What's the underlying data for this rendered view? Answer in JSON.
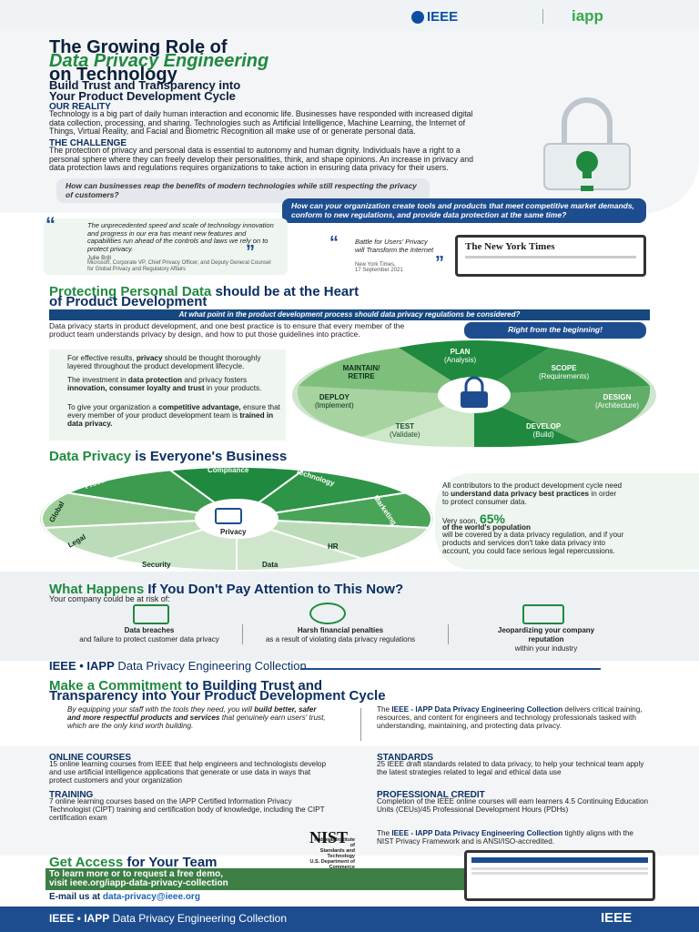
{
  "header": {
    "ieee_logo": "IEEE",
    "iapp_logo": "iapp"
  },
  "title": {
    "line1": "The Growing Role of",
    "line2": "Data Privacy Engineering",
    "line3": "on Technology",
    "subtitle1": "Build Trust and Transparency into",
    "subtitle2": "Your Product Development Cycle"
  },
  "reality": {
    "heading": "OUR REALITY",
    "text": "Technology is a big part of daily human interaction and economic life. Businesses have responded with increased digital data collection, processing, and sharing. Technologies such as Artificial Intelligence, Machine Learning, the Internet of Things, Virtual Reality, and Facial and Biometric Recognition all make use of or generate personal data."
  },
  "challenge": {
    "heading": "THE CHALLENGE",
    "text": "The protection of privacy and personal data is essential to autonomy and human dignity. Individuals have a right to a personal sphere where they can freely develop their personalities, think, and shape opinions. An increase in privacy and data protection laws and regulations requires organizations to take action in ensuring data privacy for their users."
  },
  "question1": "How can businesses reap the benefits of modern technologies while still respecting the privacy of customers?",
  "question2": "How can your organization create tools and products that meet competitive market demands, conform to new regulations, and provide data protection at the same time?",
  "quote1": {
    "text": "The unprecedented speed and scale of technology innovation and progress in our era has meant new features and capabilities run ahead of the controls and laws we rely on to protect privacy.",
    "author": "Julie Brill",
    "role": "Microsoft, Corporate VP, Chief Privacy Officer, and Deputy General Counsel for Global Privacy and Regulatory Affairs"
  },
  "quote2": {
    "text": "Battle for Users' Privacy will Transform the Internet",
    "source": "New York Times,",
    "date": "17 September 2021"
  },
  "nyt": "The New York Times",
  "protect": {
    "title_green": "Protecting Personal Data",
    "title_rest": " should be at the Heart",
    "title_line2": "of Product Development",
    "bar": "At what point in the product development process should data privacy regulations be considered?",
    "intro": "Data privacy starts in product development, and one best practice is to ensure that every member of the product team understands privacy by design, and how to put those guidelines into practice.",
    "answer": "Right from the beginning!",
    "p1a": "For effective results, ",
    "p1b": "privacy",
    "p1c": " should be thought thoroughly layered throughout the product development lifecycle.",
    "p2a": "The investment in ",
    "p2b": "data protection",
    "p2c": " and privacy fosters ",
    "p2d": "innovation, consumer loyalty and trust",
    "p2e": " in your products.",
    "p3a": "To give your organization a ",
    "p3b": "competitive advantage,",
    "p3c": " ensure that every member of your product development team is ",
    "p3d": "trained in data privacy."
  },
  "lifecycle": {
    "plan": "PLAN",
    "plan_sub": "(Analysis)",
    "scope": "SCOPE",
    "scope_sub": "(Requirements)",
    "design": "DESIGN",
    "design_sub": "(Architecture)",
    "develop": "DEVELOP",
    "develop_sub": "(Build)",
    "test": "TEST",
    "test_sub": "(Validate)",
    "deploy": "DEPLOY",
    "deploy_sub": "(Implement)",
    "maintain": "MAINTAIN/ RETIRE"
  },
  "everyone": {
    "title_green": "Data Privacy",
    "title_rest": " is Everyone's Business",
    "segments": [
      "Compliance",
      "Technology",
      "Marketing",
      "HR",
      "Data",
      "Security",
      "Legal",
      "Global",
      "Procurement"
    ],
    "center": "Privacy",
    "text1a": "All contributors to the product development cycle need to ",
    "text1b": "understand data privacy best practices",
    "text1c": " in order to protect consumer data.",
    "soon": "Very soon, ",
    "percent": "65%",
    "pop": "of the world's population",
    "text2": "will be covered by a data privacy regulation, and if your products and services don't take data privacy into account, you could face serious legal repercussions."
  },
  "what": {
    "title_green": "What Happens",
    "title_rest": " If You Don't Pay Attention to This Now?",
    "sub": "Your company could be at risk of:",
    "r1b": "Data breaches",
    "r1": "and failure to protect customer data privacy",
    "r2b": "Harsh financial penalties",
    "r2": "as a result of violating data privacy regulations",
    "r3b": "Jeopardizing your company reputation",
    "r3": "within your industry"
  },
  "collection": {
    "brand": "IEEE • IAPP",
    "name": " Data Privacy Engineering Collection"
  },
  "commit": {
    "title_green": "Make a Commitment",
    "title_rest": " to Building Trust and",
    "title_line2": "Transparency into Your Product Development Cycle",
    "left_a": "By equipping your staff with the tools they need, you will ",
    "left_b": "build better, safer and more respectful products and services",
    "left_c": " that genuinely earn users' trust, which are the only kind worth building.",
    "right_a": "The ",
    "right_b": "IEEE - IAPP Data Privacy Engineering Collection",
    "right_c": " delivers critical training, resources, and content for engineers and technology professionals tasked with understanding, maintaining, and protecting data privacy."
  },
  "online": {
    "heading": "ONLINE COURSES",
    "text": "15 online learning courses from IEEE that help engineers and technologists develop and use artificial intelligence applications that generate or use data in ways that protect customers and your organization"
  },
  "training": {
    "heading": "TRAINING",
    "text": "7 online learning courses based on the IAPP Certified Information Privacy Technologist (CIPT) training and certification body of knowledge, including the CIPT certification exam"
  },
  "standards": {
    "heading": "STANDARDS",
    "text": "25 IEEE draft standards related to data privacy, to help your technical team apply the latest strategies related to legal and ethical data use"
  },
  "credit": {
    "heading": "PROFESSIONAL CREDIT",
    "text": "Completion of the IEEE online courses will earn learners 4.5 Continuing Education Units (CEUs)/45 Professional Development Hours (PDHs)"
  },
  "nist_text": {
    "a": "The ",
    "b": "IEEE - IAPP Data Privacy Engineering Collection",
    "c": " tightly aligns with the NIST Privacy Framework and is ANSI/ISO-accredited."
  },
  "nist": {
    "logo": "NIST",
    "l1": "National Institute of",
    "l2": "Standards and Technology",
    "l3": "U.S. Department of Commerce"
  },
  "access": {
    "title_green": "Get Access",
    "title_rest": " for Your Team",
    "line1": "To learn more or to request a free demo,",
    "line2": "visit ieee.org/iapp-data-privacy-collection",
    "email_label": "E-mail us at ",
    "email": "data-privacy@ieee.org"
  },
  "footer": {
    "brand": "IEEE • IAPP",
    "name": " Data Privacy Engineering Collection",
    "logo": "IEEE"
  },
  "colors": {
    "green": "#1f8a3f",
    "navy": "#0b2f63",
    "blue": "#1d4d8f"
  }
}
